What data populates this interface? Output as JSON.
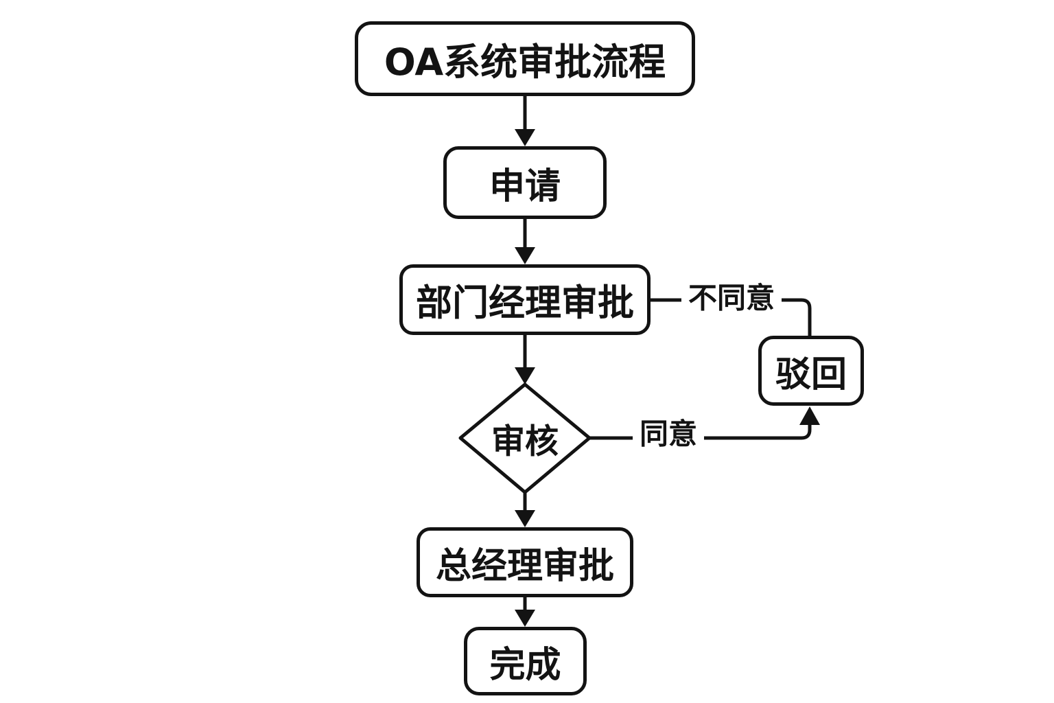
{
  "page": {
    "background_color": "#ffffff",
    "line_color": "#131313",
    "text_color": "#131313"
  },
  "flowchart": {
    "nodes": {
      "title": {
        "label": "OA系统审批流程",
        "shape": "rounded-rect"
      },
      "apply": {
        "label": "申请",
        "shape": "rounded-rect"
      },
      "manager": {
        "label": "部门经理审批",
        "shape": "rounded-rect"
      },
      "review": {
        "label": "审核",
        "shape": "diamond"
      },
      "gm": {
        "label": "总经理审批",
        "shape": "rounded-rect"
      },
      "done": {
        "label": "完成",
        "shape": "rounded-rect"
      },
      "reject": {
        "label": "驳回",
        "shape": "rounded-rect"
      }
    },
    "edges": [
      {
        "from": "title",
        "to": "apply",
        "label": ""
      },
      {
        "from": "apply",
        "to": "manager",
        "label": ""
      },
      {
        "from": "manager",
        "to": "review",
        "label": ""
      },
      {
        "from": "manager",
        "to": "reject",
        "label": "不同意"
      },
      {
        "from": "review",
        "to": "reject",
        "label": "同意"
      },
      {
        "from": "review",
        "to": "gm",
        "label": ""
      },
      {
        "from": "gm",
        "to": "done",
        "label": ""
      }
    ]
  }
}
